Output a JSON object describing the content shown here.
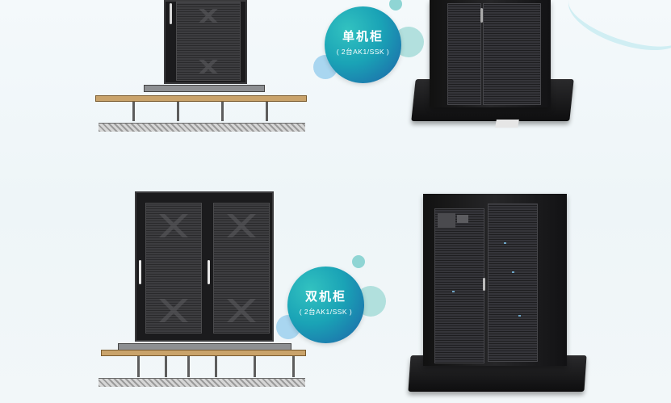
{
  "single": {
    "label": "单机柜",
    "sub": "( 2台AK1/SSK )"
  },
  "double": {
    "label": "双机柜",
    "sub": "( 2台AK1/SSK )"
  },
  "colors": {
    "bubble_start": "#32c2c0",
    "bubble_end": "#1d62a8",
    "cabinet": "#1b1b1d",
    "floor": "#c9a36b"
  }
}
